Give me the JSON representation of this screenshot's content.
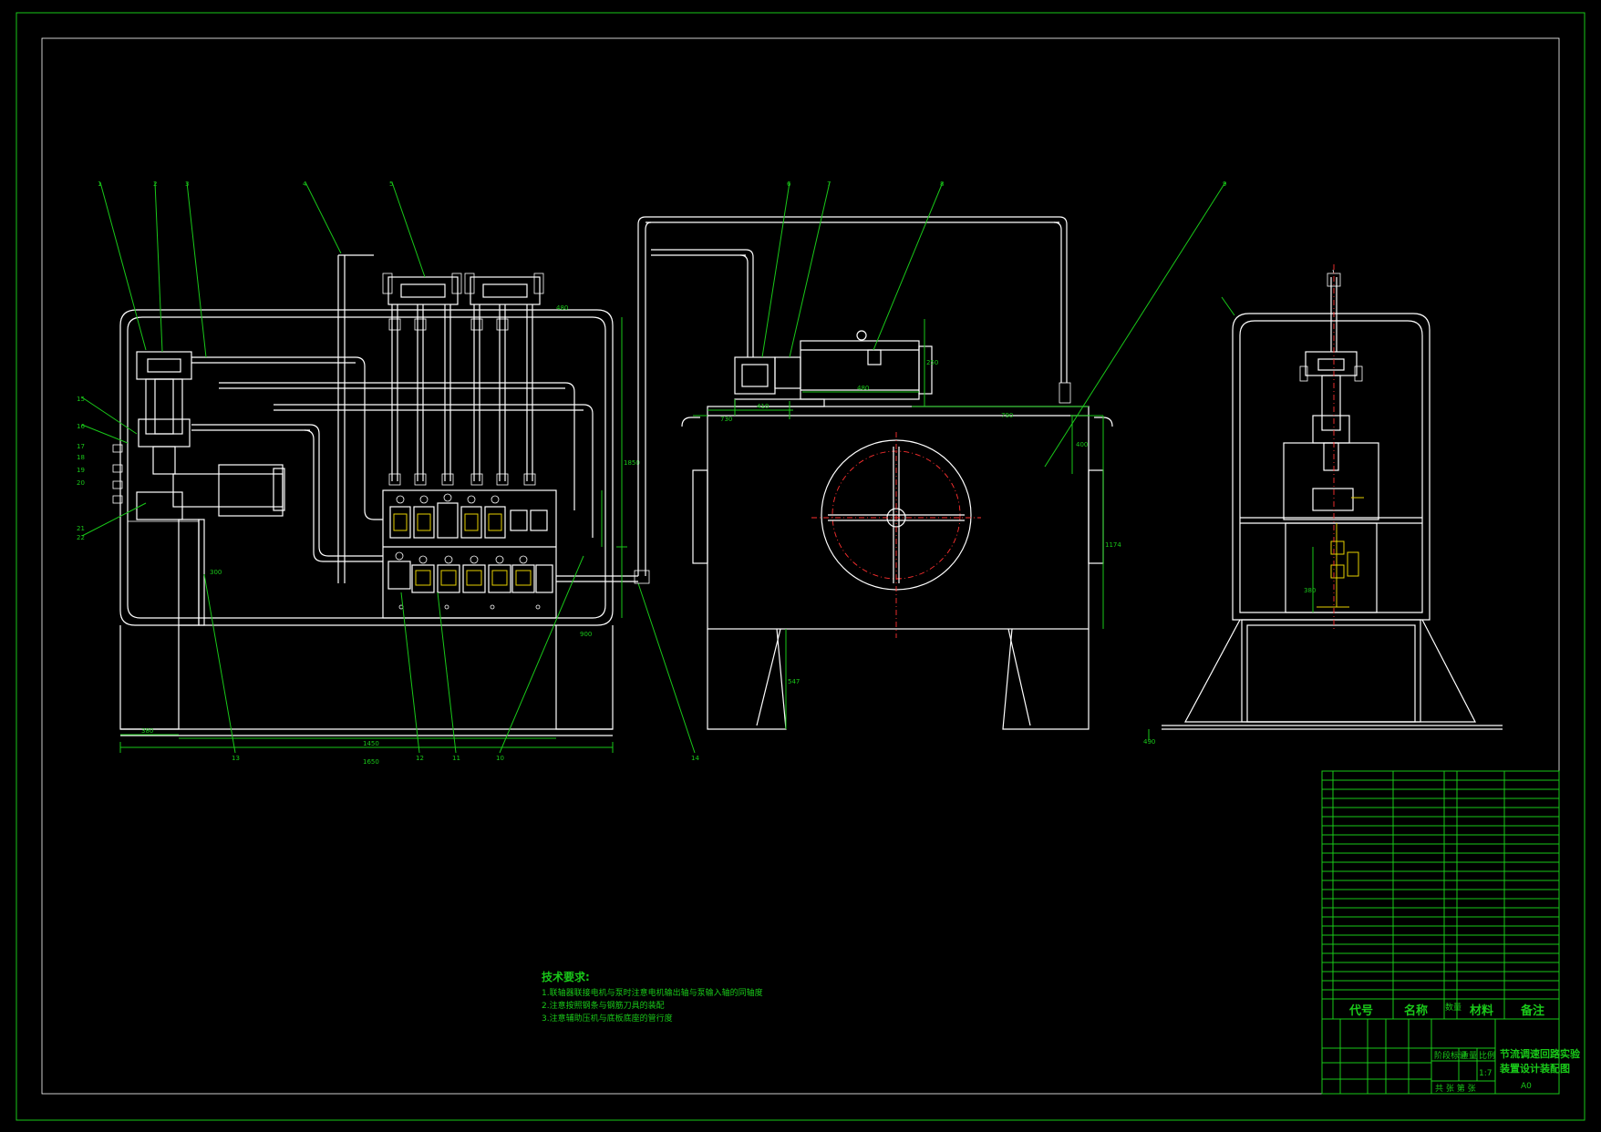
{
  "drawing": {
    "colors": {
      "background": "#000000",
      "outline": "#ffffff",
      "annotation": "#19c819",
      "centerline": "#ff3030",
      "highlight": "#e6d000"
    },
    "tech_requirements": {
      "heading": "技术要求:",
      "items": [
        "1.联轴器联接电机与泵时注意电机输出轴与泵输入轴的同轴度",
        "2.注意按照钢条与钢筋刀具的装配",
        "3.注意辅助压机与底板底座的管行度"
      ]
    },
    "balloons": {
      "top": [
        "1",
        "2",
        "3",
        "4",
        "5",
        "6",
        "7",
        "8",
        "9"
      ],
      "bottom": [
        "13",
        "12",
        "11",
        "10",
        "14"
      ],
      "left": [
        "15",
        "16",
        "17",
        "18",
        "19",
        "20",
        "21",
        "22"
      ]
    },
    "dimensions": {
      "left_view": [
        "380",
        "1650",
        "1450",
        "1850",
        "900",
        "480",
        "300"
      ],
      "front_view": [
        "730",
        "410",
        "790",
        "1174",
        "547",
        "250",
        "480",
        "400"
      ],
      "side_view": [
        "380",
        "490"
      ]
    },
    "title_block": {
      "headers": {
        "code": "代号",
        "name": "名称",
        "qty": "数量",
        "material": "材料",
        "note": "备注"
      },
      "title_line1": "节流调速回路实验",
      "title_line2": "装置设计装配图",
      "sheet_code": "A0",
      "scale_label": "比例",
      "scale_value": "1:7",
      "weight_label": "重量",
      "stage_label": "阶段标记",
      "sheet_label": "共 张 第 张",
      "row_count": 25
    }
  }
}
